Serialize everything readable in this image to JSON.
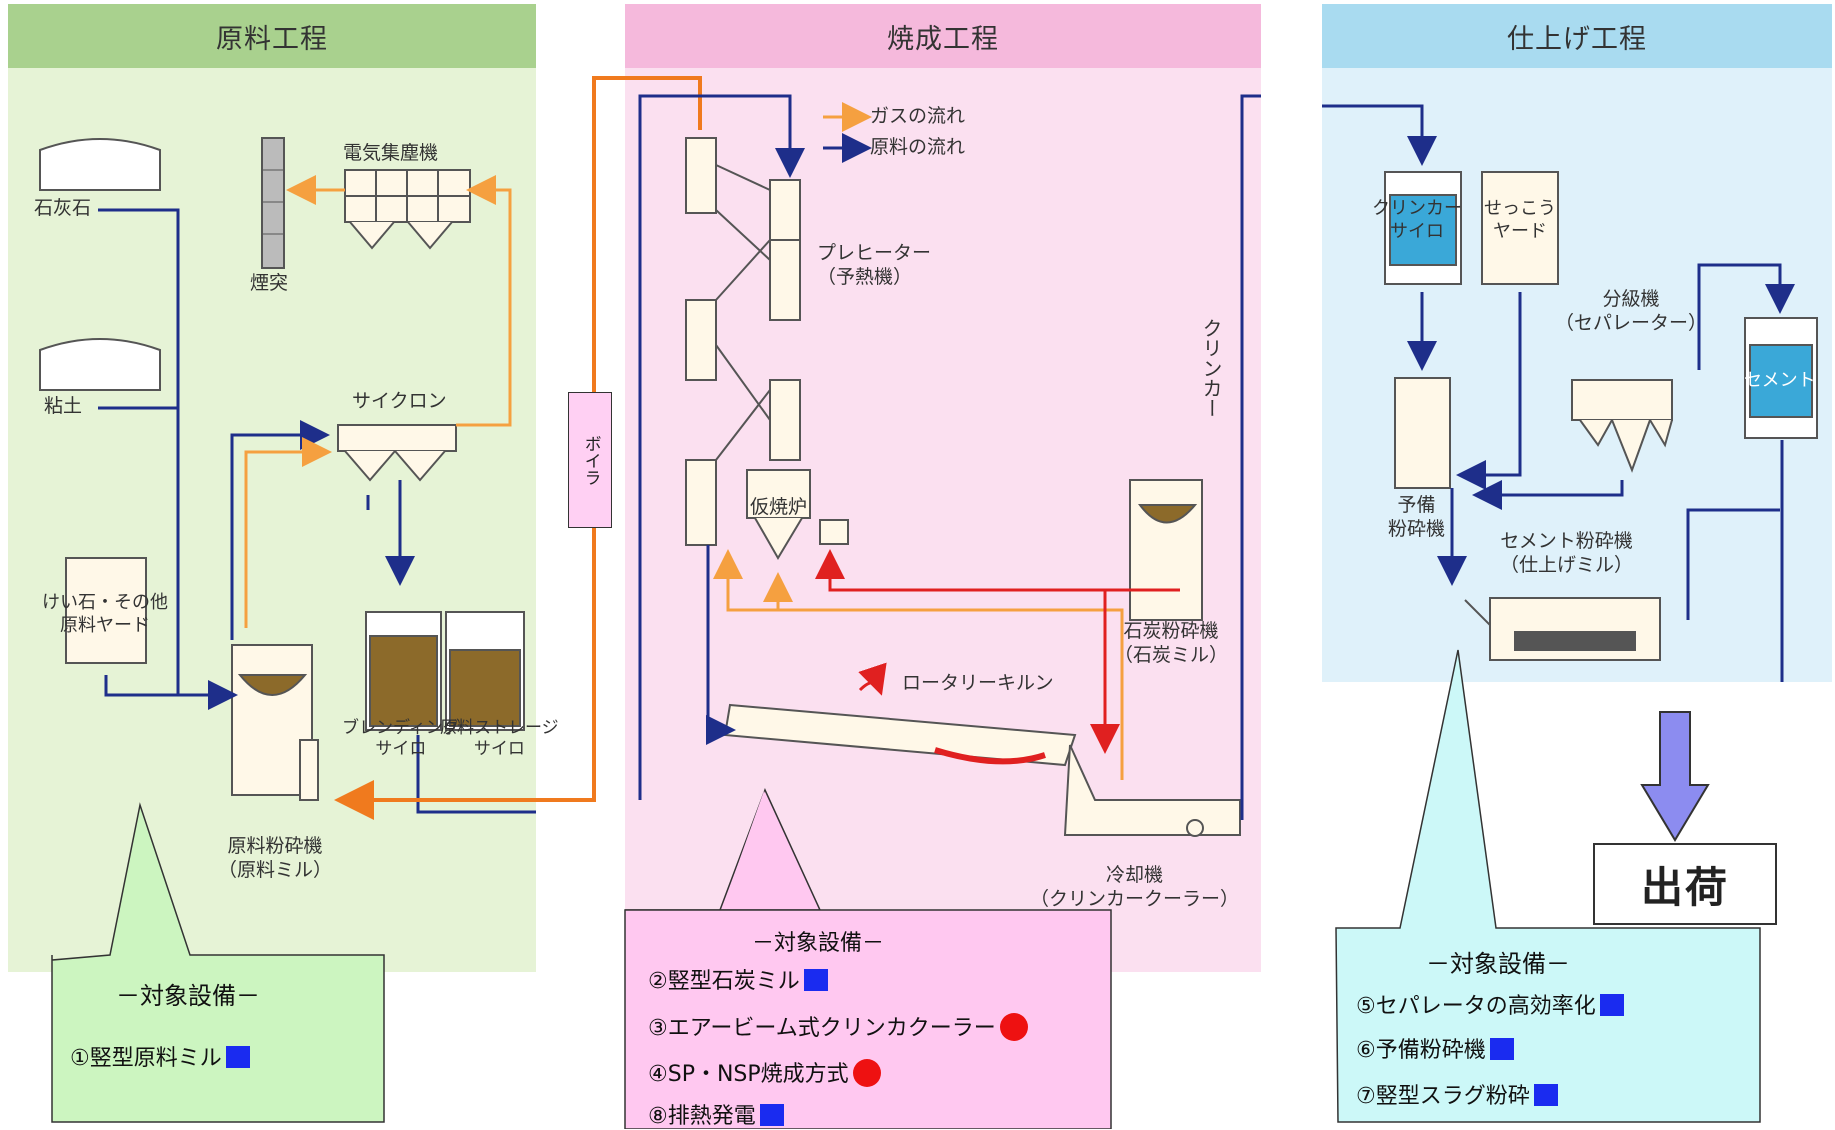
{
  "sections": {
    "raw": {
      "header": "原料工程"
    },
    "firing": {
      "header": "焼成工程"
    },
    "finish": {
      "header": "仕上げ工程"
    }
  },
  "legend": {
    "gas": "ガスの流れ",
    "material": "原料の流れ"
  },
  "raw_labels": {
    "limestone": "石灰石",
    "clay": "粘土",
    "chimney": "煙突",
    "precipitator": "電気集塵機",
    "cyclone": "サイクロン",
    "silica_yard": "けい石・その他\n原料ヤード",
    "raw_mill": "原料粉砕機\n（原料ミル）",
    "blending_silo": "ブレンディング\nサイロ",
    "storage_silo": "原料ストレージ\nサイロ"
  },
  "firing_labels": {
    "preheater": "プレヒーター\n（予熱機）",
    "calciner": "仮焼炉",
    "kiln": "ロータリーキルン",
    "coal_mill": "石炭粉砕機\n（石炭ミル）",
    "cooler": "冷却機\n（クリンカークーラー）",
    "clinker_vertical": "クリンカー",
    "boiler": "ボイラ"
  },
  "finish_labels": {
    "clinker_silo": "クリンカー\nサイロ",
    "gypsum_yard": "せっこう\nヤード",
    "separator": "分級機\n（セパレーター）",
    "cement_silo": "セメント",
    "pre_crusher": "予備\n粉砕機",
    "cement_mill": "セメント粉砕機\n（仕上げミル）"
  },
  "shipping": "出荷",
  "callouts": {
    "raw": {
      "title": "－対象設備－",
      "items": [
        "①竪型原料ミル"
      ],
      "marks": [
        "square"
      ]
    },
    "firing": {
      "title": "－対象設備－",
      "items": [
        "②竪型石炭ミル",
        "③エアービーム式クリンカクーラー",
        "④SP・NSP焼成方式",
        "⑧排熱発電"
      ],
      "marks": [
        "square",
        "circle",
        "circle",
        "square"
      ]
    },
    "finish": {
      "title": "－対象設備－",
      "items": [
        "⑤セパレータの高効率化",
        "⑥予備粉砕機",
        "⑦竪型スラグ粉砕"
      ],
      "marks": [
        "square",
        "square",
        "square"
      ]
    }
  },
  "colors": {
    "raw_bg": "#e6f3d6",
    "raw_head": "#a9d18e",
    "firing_bg": "#fbe0f0",
    "firing_head": "#f5b9dc",
    "finish_bg": "#dff1fa",
    "finish_head": "#a9dbf0",
    "gas_flow": "#f5a040",
    "material_flow": "#1e2e8a",
    "boiler_pipe": "#f07a1e",
    "coal_flow": "#e02020",
    "marker_square": "#1a2bf0",
    "marker_circle": "#ee1111"
  }
}
